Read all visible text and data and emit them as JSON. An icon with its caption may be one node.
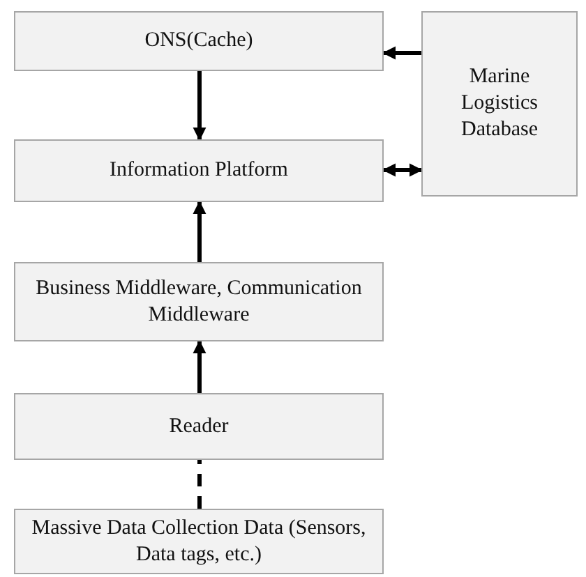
{
  "diagram": {
    "nodes": [
      {
        "text": [
          "ONS(Cache)"
        ]
      },
      {
        "text": [
          "Marine Logistics Database"
        ]
      },
      {
        "text": [
          "Information Platform"
        ]
      },
      {
        "text": [
          "Business Middleware, Communication Middleware"
        ]
      },
      {
        "text": [
          "Reader"
        ]
      },
      {
        "text": [
          "Massive Data Collection Data (Sensors, Data tags, etc.)"
        ]
      }
    ],
    "edges": [
      {
        "from": 1,
        "to": 0,
        "arrow": "to"
      },
      {
        "from": 0,
        "to": 2,
        "arrow": "to"
      },
      {
        "from": 2,
        "to": 1,
        "arrow": "both"
      },
      {
        "from": 3,
        "to": 2,
        "arrow": "to"
      },
      {
        "from": 4,
        "to": 3,
        "arrow": "to"
      },
      {
        "from": 5,
        "to": 4,
        "arrow": "none",
        "style": "dashed"
      }
    ]
  }
}
